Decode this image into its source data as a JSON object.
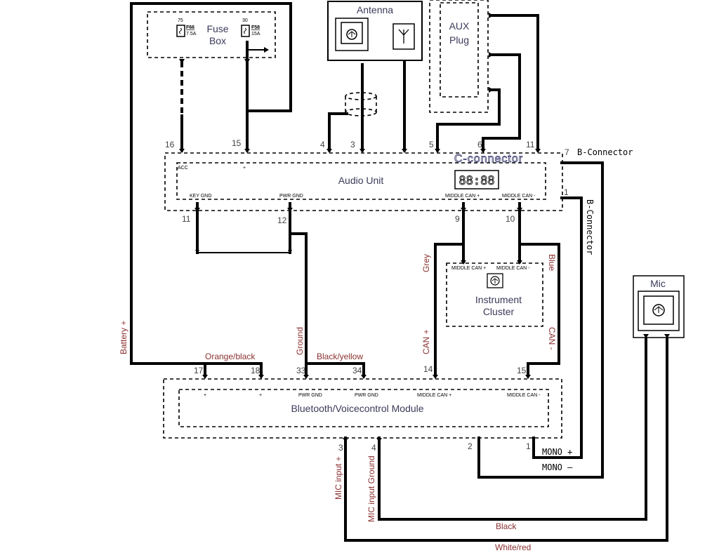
{
  "fuse_box": {
    "label_line1": "Fuse",
    "label_line2": "Box",
    "fuses": [
      {
        "top": "75",
        "id": "F66",
        "rating": "7.5A"
      },
      {
        "top": "30",
        "id": "F58",
        "rating": "15A"
      }
    ]
  },
  "antenna": {
    "label": "Antenna"
  },
  "aux": {
    "label_line1": "AUX",
    "label_line2": "Plug"
  },
  "audio_unit": {
    "label": "Audio Unit",
    "connector_label": "C-connector",
    "clock": "88:88",
    "top_pins": {
      "p16": "16",
      "p15": "15",
      "p4": "4",
      "p3": "3",
      "p5": "5",
      "p6": "6",
      "p11": "11"
    },
    "top_pin_labels": {
      "acc": "ACC",
      "plus": "+"
    },
    "bottom_pin_labels": {
      "key_gnd": "KEY GND",
      "pwr_gnd": "PWR GND",
      "can_plus": "MIDDLE CAN +",
      "can_minus": "MIDDLE CAN -"
    },
    "bottom_pins": {
      "p11": "11",
      "p12": "12",
      "p9": "9",
      "p10": "10"
    },
    "right_pins": {
      "p7": "7",
      "p1": "1"
    }
  },
  "b_connector": {
    "label": "B-Connector"
  },
  "instrument_cluster": {
    "label_line1": "Instrument",
    "label_line2": "Cluster",
    "can_plus": "MIDDLE CAN +",
    "can_minus": "MIDDLE CAN -"
  },
  "mic": {
    "label": "Mic"
  },
  "bt_module": {
    "label": "Bluetooth/Voicecontrol Module",
    "top_pins": {
      "p17": "17",
      "p18": "18",
      "p33": "33",
      "p34": "34",
      "p14": "14",
      "p15": "15"
    },
    "top_pin_labels": {
      "plus": "+",
      "pwr_gnd": "PWR GND",
      "can_plus": "MIDDLE CAN +",
      "can_minus": "MIDDLE CAN -"
    },
    "bottom_pins": {
      "p3": "3",
      "p4": "4",
      "p2": "2",
      "p1": "1"
    }
  },
  "wires": {
    "battery": "Battery +",
    "orange_black": "Orange/black",
    "ground": "Ground",
    "black_yellow": "Black/yellow",
    "grey": "Grey",
    "blue": "Blue",
    "can_plus": "CAN +",
    "can_minus": "CAN -",
    "mono_plus": "MONO +",
    "mono_minus": "MONO –",
    "mic_input_plus": "MIC input +",
    "mic_input_ground": "MIC input Ground",
    "black": "Black",
    "white_red": "White/red"
  }
}
